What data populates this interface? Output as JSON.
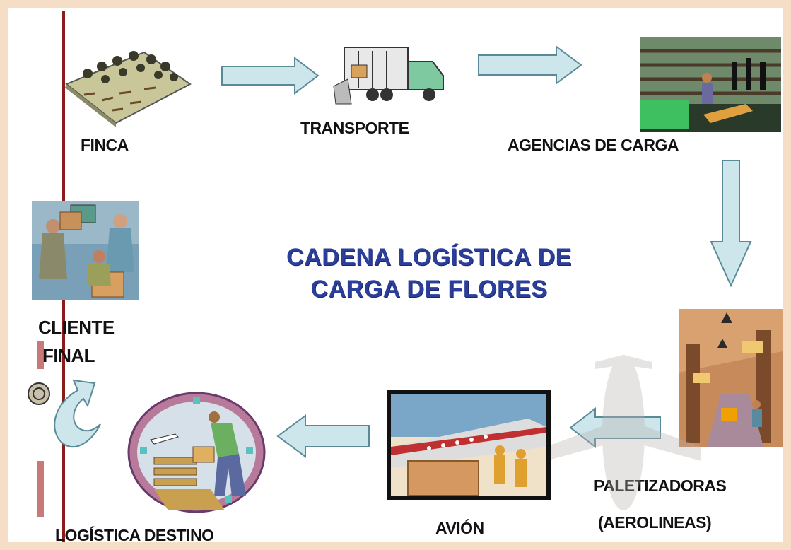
{
  "title": "CADENA LOGÍSTICA DE CARGA DE FLORES",
  "nodes": {
    "finca": "FINCA",
    "transporte": "TRANSPORTE",
    "agencias": "AGENCIAS DE CARGA",
    "paletizadoras_line1": "PALETIZADORAS",
    "paletizadoras_line2": "(AEROLINEAS)",
    "avion": "AVIÓN",
    "logistica": "LOGÍSTICA DESTINO",
    "cliente_line1": "CLIENTE",
    "cliente_line2": "FINAL"
  },
  "colors": {
    "frame": "#f6ddc6",
    "arrow_fill": "#cde6ec",
    "arrow_stroke": "#5a8a98",
    "title": "#2b3f9a",
    "accent_line": "#8a1c1c"
  }
}
